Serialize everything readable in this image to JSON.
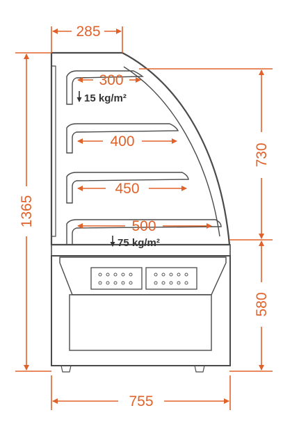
{
  "colors": {
    "dimension": "#e0622a",
    "outline": "#4a4a4a",
    "fill": "#ececec",
    "panel": "#dcdcdc"
  },
  "dimensions": {
    "top_depth": "285",
    "shelf_1_depth": "300",
    "shelf_2_depth": "400",
    "shelf_3_depth": "450",
    "shelf_4_depth": "500",
    "total_height": "1365",
    "display_height": "730",
    "base_height": "580",
    "total_depth": "755"
  },
  "loads": {
    "shelf_load": "15 kg/m²",
    "base_load": "75 kg/m²"
  },
  "icons": {
    "control_panel_left": "control-panel-icon",
    "control_panel_right": "control-panel-icon"
  }
}
